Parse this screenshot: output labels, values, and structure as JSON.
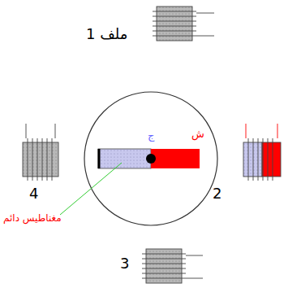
{
  "diagram": {
    "labels": [
      "ملف 1",
      "2",
      "3",
      "4",
      "ج",
      "ش",
      "مغناطيس دائم"
    ]
  }
}
